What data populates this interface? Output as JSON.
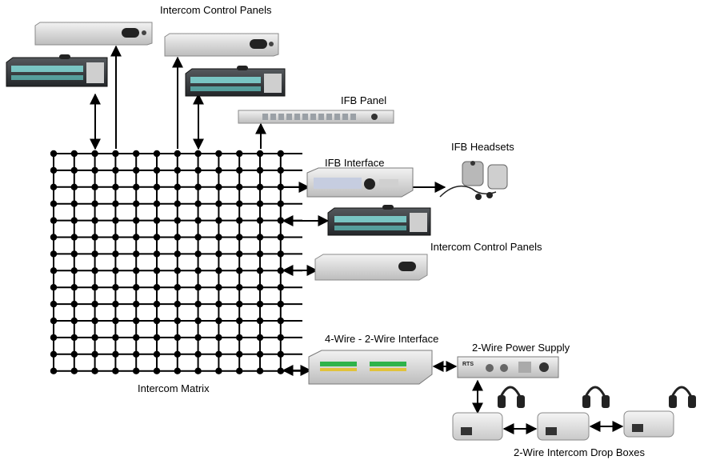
{
  "labels": {
    "top_panels": "Intercom Control Panels",
    "ifb_panel": "IFB Panel",
    "ifb_headsets": "IFB Headsets",
    "ifb_interface": "IFB Interface",
    "right_panels": "Intercom Control Panels",
    "four_wire": "4-Wire - 2-Wire Interface",
    "power_supply": "2-Wire Power Supply",
    "matrix": "Intercom Matrix",
    "drop_boxes": "2-Wire Intercom Drop Boxes",
    "rts_logo": "RTS"
  },
  "matrix": {
    "columns": 12,
    "rows": 14
  },
  "colors": {
    "line": "#000000",
    "chassis_light": "#e4e4e4",
    "chassis_dark": "#3a3d40",
    "display_teal": "#7fd3d0",
    "led_green": "#2fb34a",
    "led_yellow": "#e0c23a"
  }
}
